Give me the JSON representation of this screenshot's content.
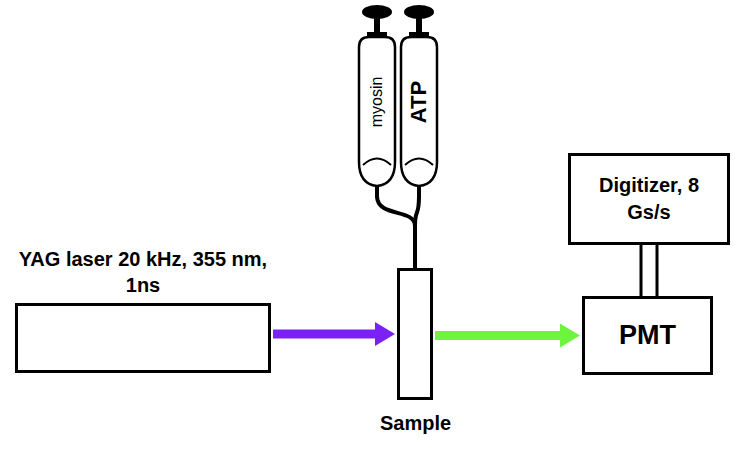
{
  "diagram": {
    "nodes": [
      {
        "text": [
          "myosin"
        ]
      },
      {
        "text": [
          "ATP"
        ]
      },
      {
        "text": [
          "YAG laser 20 kHz, 355 nm, 1ns"
        ]
      },
      {
        "text": [
          "Sample"
        ]
      },
      {
        "text": [
          "Digitizer, 8 Gs/s"
        ]
      },
      {
        "text": [
          "PMT"
        ]
      }
    ],
    "edges": [
      {
        "from": 0,
        "to": 3,
        "arrow": "none"
      },
      {
        "from": 1,
        "to": 3,
        "arrow": "none"
      },
      {
        "from": 2,
        "to": 3,
        "arrow": "to"
      },
      {
        "from": 3,
        "to": 5,
        "arrow": "to"
      },
      {
        "from": 4,
        "to": 5,
        "arrow": "none"
      }
    ]
  }
}
